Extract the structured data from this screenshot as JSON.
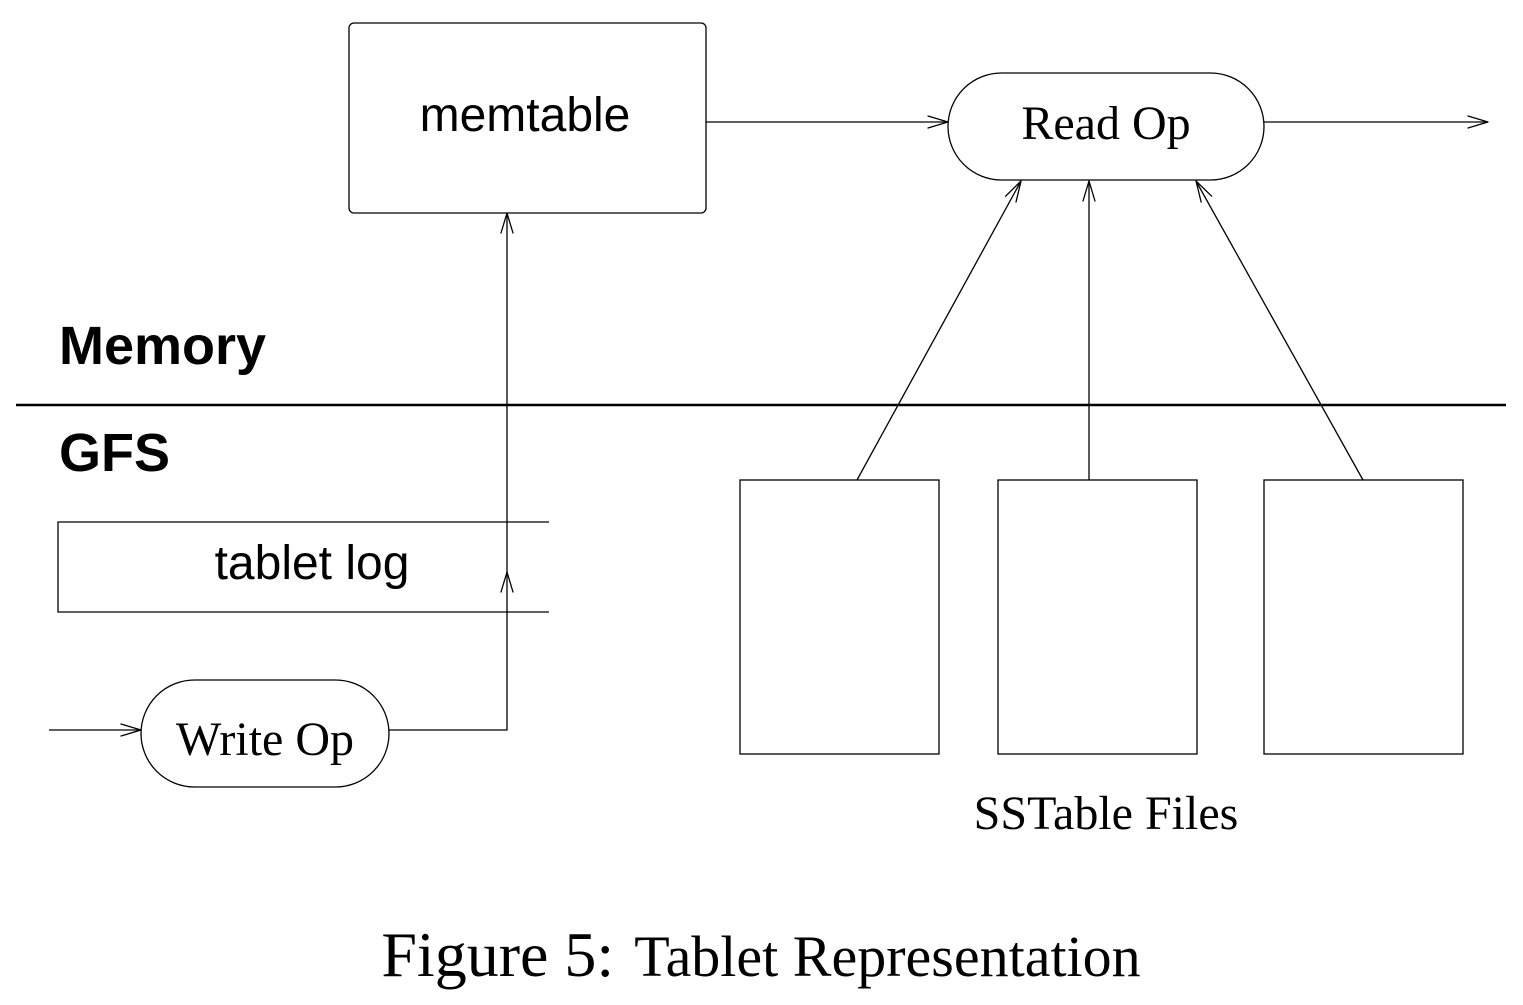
{
  "regions": {
    "memory_label": "Memory",
    "gfs_label": "GFS"
  },
  "nodes": {
    "memtable": "memtable",
    "read_op": "Read Op",
    "write_op": "Write Op",
    "tablet_log": "tablet log",
    "sstable_files": "SSTable Files"
  },
  "caption": {
    "prefix": "Figure 5:",
    "title": "Tablet Representation"
  },
  "colors": {
    "stroke": "#000000",
    "background": "#ffffff"
  }
}
